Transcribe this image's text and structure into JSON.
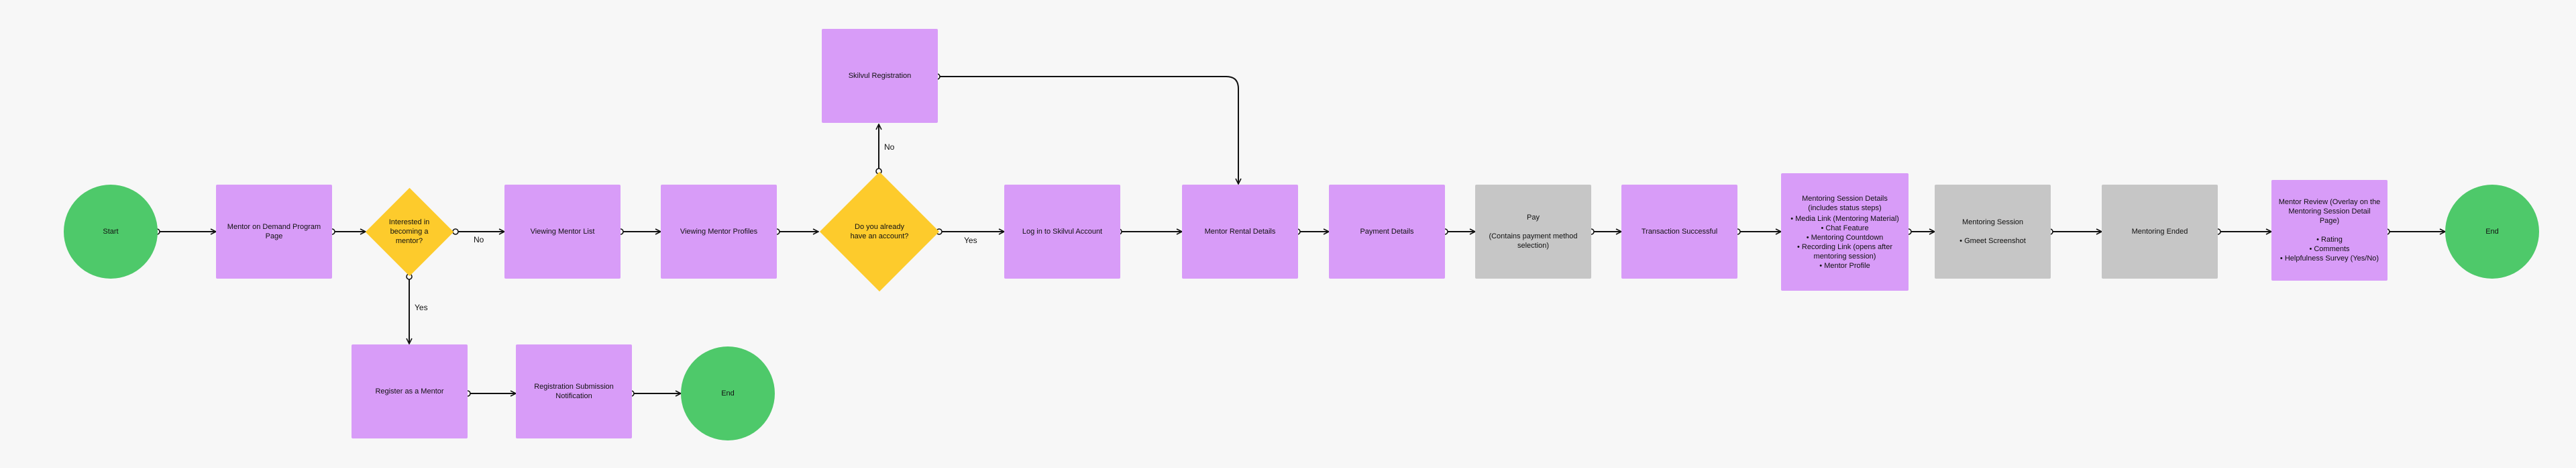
{
  "nodes": {
    "start": "Start",
    "mentor_on_demand": "Mentor on Demand Program Page",
    "interested": "Interested in becoming a mentor?",
    "viewing_list": "Viewing Mentor List",
    "viewing_profiles": "Viewing Mentor Profiles",
    "have_account": "Do you already have an account?",
    "skilvul_registration": "Skilvul Registration",
    "log_in": "Log in to Skilvul Account",
    "rental_details": "Mentor Rental Details",
    "payment_details": "Payment Details",
    "pay_title": "Pay",
    "pay_sub": "(Contains payment method selection)",
    "transaction": "Transaction Successful",
    "session_details_title": "Mentoring Session Details (includes status steps)",
    "session_details_items": [
      "Media Link (Mentoring Material)",
      "Chat Feature",
      "Mentoring Countdown",
      "Recording Link (opens after mentoring session)",
      "Mentor Profile"
    ],
    "mentoring_session_title": "Mentoring Session",
    "mentoring_session_items": [
      "Gmeet Screenshot"
    ],
    "mentoring_ended": "Mentoring Ended",
    "mentor_review_title": "Mentor Review (Overlay on the Mentoring Session Detail Page)",
    "mentor_review_items": [
      "Rating",
      "Comments",
      "Helpfulness Survey (Yes/No)"
    ],
    "end_main": "End",
    "register_mentor": "Register as a Mentor",
    "reg_notification": "Registration Submission Notification",
    "end_branch": "End"
  },
  "edge_labels": {
    "no_1": "No",
    "yes_1": "Yes",
    "no_2": "No",
    "yes_2": "Yes"
  },
  "colors": {
    "process": "#d89cf8",
    "terminal": "#4ec96a",
    "decision": "#fdcb2c",
    "gray": "#c6c6c6",
    "line": "#111111"
  }
}
